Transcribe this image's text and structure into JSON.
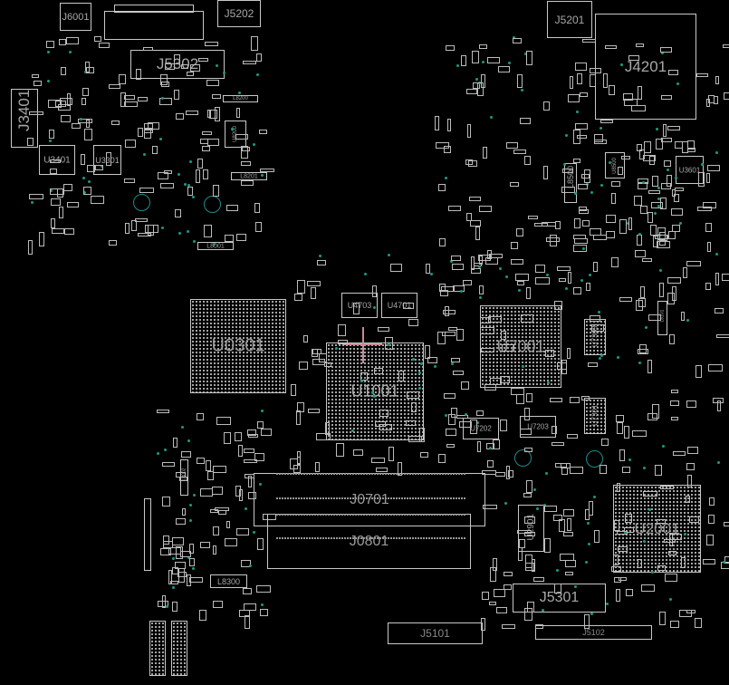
{
  "board": {
    "background": "#000000",
    "outline_color": "#c8c8c8",
    "via_color": "#1b9a86",
    "components": {
      "J6001": "J6001",
      "J5202": "J5202",
      "J5302": "J5302",
      "J3401": "J3401",
      "U3401": "U3401",
      "U3301": "U3301",
      "L8200": "L8200",
      "U8200": "U8200",
      "L8201": "L8201",
      "L8001": "L8001",
      "J5201": "J5201",
      "J4201": "J4201",
      "U3601": "U3601",
      "U8500": "U8500",
      "L8500": "L8500",
      "U0301": "U0301",
      "U4703": "U4703",
      "U4701": "U4701",
      "U1001": "U1001",
      "U7001": "U7001",
      "U7303": "U7303",
      "U7301": "U7301",
      "U7202": "U7202",
      "U7203": "U7203",
      "J0701": "J0701",
      "J0801": "J0801",
      "L8300": "L8300",
      "J5101": "J5101",
      "U2001": "U2001",
      "U2901": "U2901",
      "J5301": "J5301",
      "J5102": "J5102",
      "L8101": "L8101",
      "L8002": "L8002"
    }
  }
}
